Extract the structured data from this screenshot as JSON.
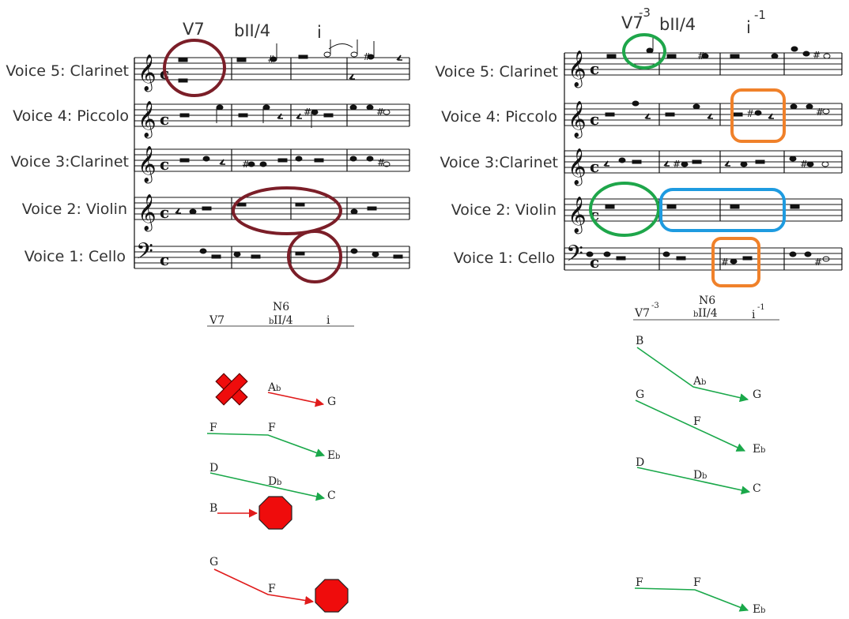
{
  "voices": [
    "Voice 5: Clarinet",
    "Voice 4: Piccolo",
    "Voice 3:Clarinet",
    "Voice 2: Violin",
    "Voice 1: Cello"
  ],
  "left": {
    "chords": [
      {
        "label": "V7",
        "sup": ""
      },
      {
        "label": "bII/4",
        "sup": ""
      },
      {
        "label": "i",
        "sup": ""
      }
    ],
    "analysis": {
      "top": "N6",
      "romans": [
        {
          "label": "V7",
          "sup": ""
        },
        {
          "label": "II/4",
          "acc": "b",
          "sup": ""
        },
        {
          "label": "i",
          "sup": ""
        }
      ]
    },
    "lines": [
      {
        "kind": "bad",
        "blocked": true,
        "notes": [
          {
            "name": "",
            "acc": ""
          },
          {
            "name": "A",
            "acc": "b"
          },
          {
            "name": "G",
            "acc": ""
          }
        ]
      },
      {
        "kind": "good",
        "notes": [
          {
            "name": "F",
            "acc": ""
          },
          {
            "name": "F",
            "acc": ""
          },
          {
            "name": "E",
            "acc": "b"
          }
        ]
      },
      {
        "kind": "good",
        "notes": [
          {
            "name": "D",
            "acc": ""
          },
          {
            "name": "D",
            "acc": "b"
          },
          {
            "name": "C",
            "acc": ""
          }
        ]
      },
      {
        "kind": "bad",
        "notes": [
          {
            "name": "B",
            "acc": ""
          }
        ]
      },
      {
        "kind": "bad",
        "notes": [
          {
            "name": "G",
            "acc": ""
          },
          {
            "name": "F",
            "acc": ""
          }
        ]
      }
    ]
  },
  "right": {
    "chords": [
      {
        "label": "V7",
        "sup": "-3"
      },
      {
        "label": "bII/4",
        "sup": ""
      },
      {
        "label": "i",
        "sup": "-1"
      }
    ],
    "analysis": {
      "top": "N6",
      "romans": [
        {
          "label": "V7",
          "sup": "-3"
        },
        {
          "label": "II/4",
          "acc": "b",
          "sup": ""
        },
        {
          "label": "i",
          "sup": "-1"
        }
      ]
    },
    "lines": [
      {
        "kind": "good",
        "notes": [
          {
            "name": "B",
            "acc": ""
          },
          {
            "name": "A",
            "acc": "b"
          },
          {
            "name": "G",
            "acc": ""
          }
        ]
      },
      {
        "kind": "good",
        "notes": [
          {
            "name": "G",
            "acc": ""
          },
          {
            "name": "F",
            "acc": ""
          },
          {
            "name": "E",
            "acc": "b"
          }
        ]
      },
      {
        "kind": "good",
        "notes": [
          {
            "name": "D",
            "acc": ""
          },
          {
            "name": "D",
            "acc": "b"
          },
          {
            "name": "C",
            "acc": ""
          }
        ]
      },
      {
        "kind": "good",
        "notes": [
          {
            "name": "F",
            "acc": ""
          },
          {
            "name": "F",
            "acc": ""
          },
          {
            "name": "E",
            "acc": "b"
          }
        ]
      }
    ]
  },
  "colors": {
    "maroon_circle": "#7b1e28",
    "green_highlight": "#1ea64a",
    "blue_highlight": "#1e9be0",
    "orange_highlight": "#f0812a",
    "good_motion": "#1aa84a",
    "bad_motion": "#e01b1b",
    "stop_fill": "#ef0c0c"
  },
  "icons": {
    "blocked": "x-mark-icon",
    "stop": "stop-sign-icon"
  }
}
